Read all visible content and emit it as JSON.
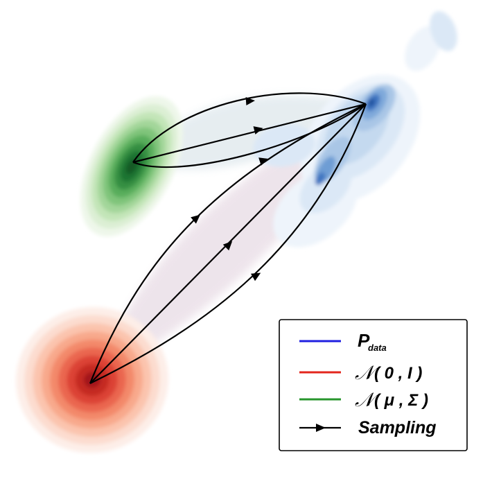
{
  "colors": {
    "data": "#2166c7",
    "gaussian_standard": "#d7301f",
    "gaussian_learned": "#1f8a36",
    "sampling": "#000000"
  },
  "distributions": [
    {
      "id": "p-data",
      "color_key": "data"
    },
    {
      "id": "standard-normal",
      "color_key": "gaussian_standard"
    },
    {
      "id": "learned-normal",
      "color_key": "gaussian_learned"
    }
  ],
  "legend": {
    "items": [
      {
        "symbol": "P",
        "subscript": "data",
        "color": "#1f1fe0"
      },
      {
        "symbol": "𝒩",
        "args": "( 0 , I )",
        "color": "#e3261d"
      },
      {
        "symbol": "𝒩",
        "args": "( μ , Σ )",
        "color": "#27962c"
      },
      {
        "label": "Sampling",
        "color": "#000000",
        "icon": "arrow-right-icon"
      }
    ]
  },
  "sampling_paths": {
    "from_learned": 3,
    "from_standard": 3,
    "target": "p-data"
  }
}
